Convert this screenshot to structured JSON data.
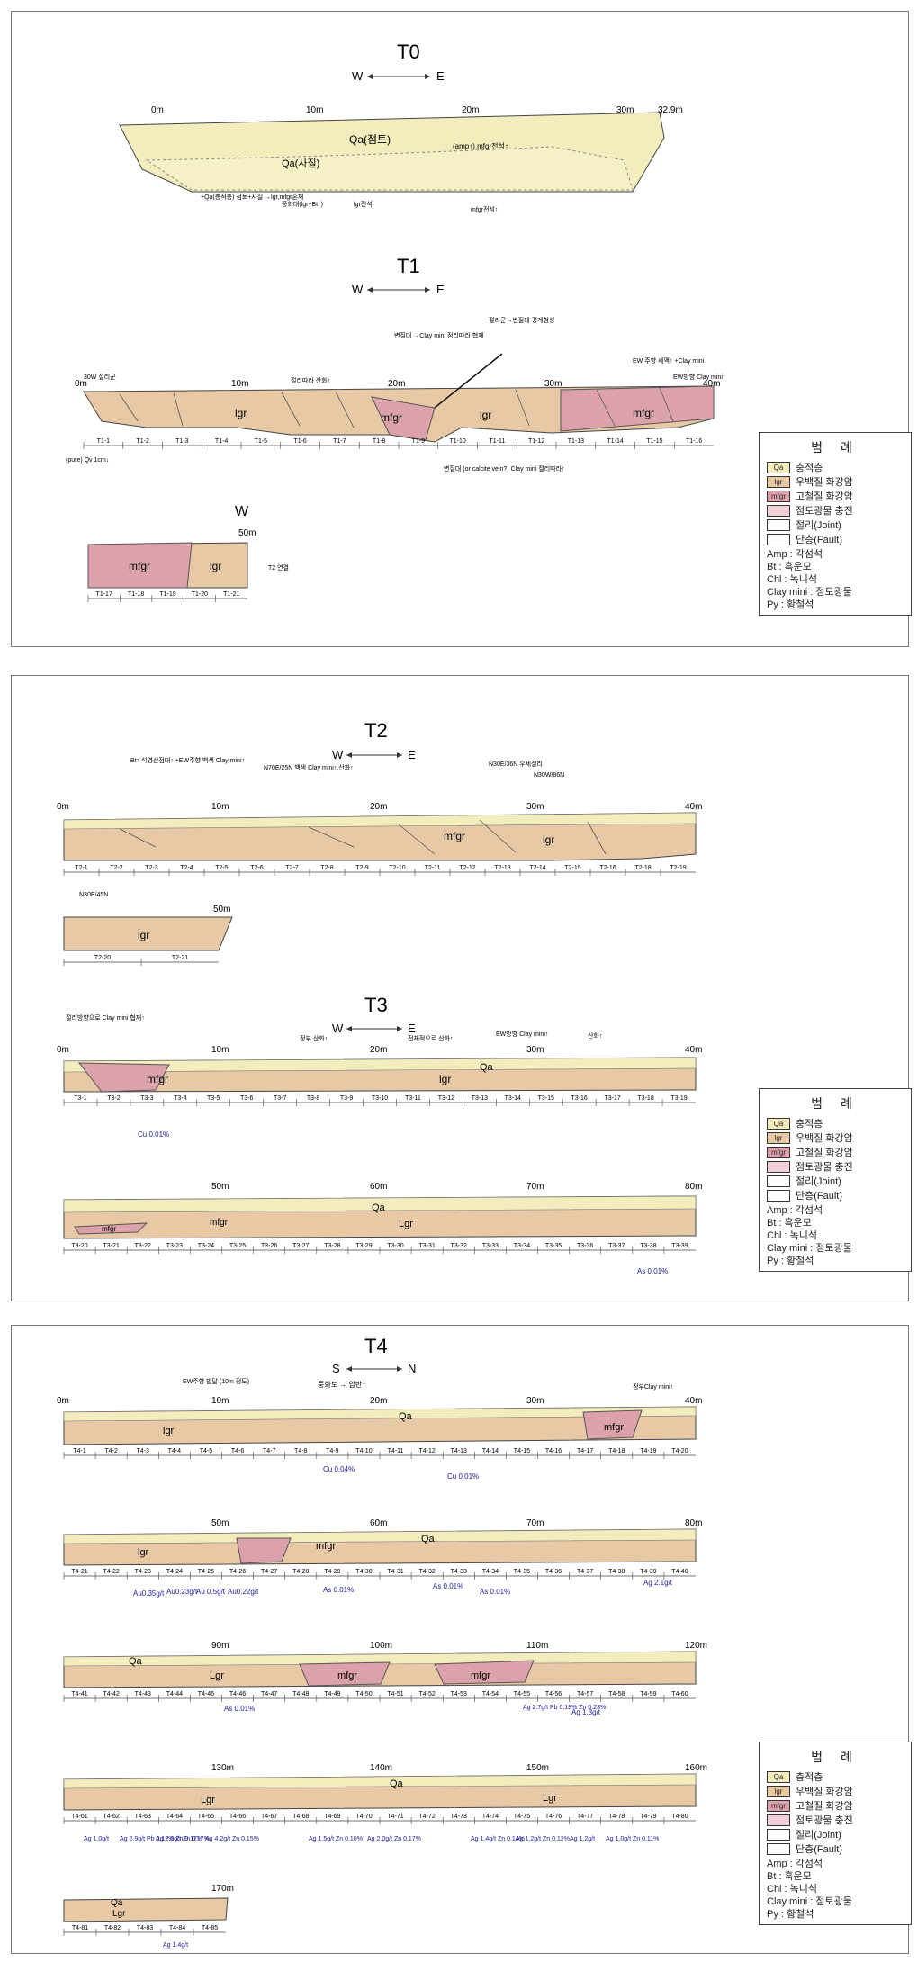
{
  "panels": [
    {
      "title": "T0",
      "w": "W",
      "e": "E"
    },
    {
      "title": "T1",
      "w": "W",
      "e": "E",
      "sub_w": "W",
      "sub_m": "50m"
    },
    {
      "title": "T2",
      "w": "W",
      "e": "E"
    },
    {
      "title": "T3",
      "w": "W",
      "e": "E"
    },
    {
      "title": "T4",
      "w": "S",
      "e": "N"
    }
  ],
  "distances": {
    "t0": [
      "0m",
      "10m",
      "20m",
      "30m",
      "32.9m"
    ],
    "t1": [
      "0m",
      "10m",
      "20m",
      "30m",
      "40m"
    ],
    "t2": [
      "0m",
      "10m",
      "20m",
      "30m",
      "40m",
      "50m"
    ],
    "t3a": [
      "0m",
      "10m",
      "20m",
      "30m",
      "40m"
    ],
    "t3b": [
      "50m",
      "60m",
      "70m",
      "80m"
    ],
    "t4a": [
      "0m",
      "10m",
      "20m",
      "30m",
      "40m"
    ],
    "t4b": [
      "50m",
      "60m",
      "70m",
      "80m"
    ],
    "t4c": [
      "90m",
      "100m",
      "110m",
      "120m"
    ],
    "t4d": [
      "130m",
      "140m",
      "150m",
      "160m"
    ],
    "t4e": [
      "170m"
    ]
  },
  "units": {
    "qa": "Qa",
    "lgr": "lgr",
    "mfgr": "mfgr",
    "Lgr": "Lgr"
  },
  "labels": {
    "t0_qa_clay": "Qa(점토)",
    "t0_qa_sand": "Qa(사질)",
    "t0_amp": "(amp↑) mfgr전석↑",
    "t0_note1": "+Qa(층적층) 점토+사질 →lgr,mfgr혼재",
    "t0_note2": "풍화대(lgr+Bt↑)",
    "t0_note3": "lgr전석",
    "t0_note4": "mfgr전석↑",
    "t1_note_top": "절리군→변질대 경계형성",
    "t1_clay": "변질대 →Clay mini 점리따라 협재",
    "t1_30w": "30W 절리군",
    "t1_weather": "절리따라 산화↑",
    "t1_ew": "EW 주향 세맥↑ +Clay mini",
    "t1_ew2": "EW방향 Clay mini↑",
    "t1_calcite": "변질대 (or calcite vein?) Clay mini 절리따라↑",
    "t1_t2": "T2 연결",
    "t1_pure": "(pure) Qv 1cm↓",
    "t2_note1": "Bt↑ 석영산점대↑ +EW주향 백색 Clay mini↑",
    "t2_note2": "N70E/25N 백색 Clay mini↑,산화↑",
    "t2_note3": "N30E/36N 우세절리",
    "t2_note4": "N30W/86N",
    "t2_note5": "N30E/45N",
    "t3_note1": "절리방향으로 Clay mini 협재↑",
    "t3_note2": "정부 산화↑",
    "t3_note3": "전체적으로 산화↑",
    "t3_note4": "EW방향 Clay mini↑",
    "t3_note5": "산화↑",
    "t3_cu": "Cu 0.01%",
    "t3_as": "As 0.01%",
    "t4_note1": "풍화토 → 암반↑",
    "t4_note2": "EW주향 발달 (10m 정도)",
    "t4_note3": "정부Clay mini↑",
    "t4_cu1": "Cu 0.04%",
    "t4_cu2": "Cu 0.01%",
    "t4_as1": "As 0.01%",
    "t4_as2": "As 0.01%",
    "t4_as3": "As 0.01%",
    "t4_as4": "As 0.01%",
    "t4_au1": "Au0.35g/t",
    "t4_au2": "Au0.23g/t",
    "t4_au3": "Au 0.5g/t",
    "t4_au4": "Au0.22g/t",
    "t4_ag1": "Ag 2.1g/t",
    "t4_ag2": "Ag 2.7g/t Pb 0.18% Zn 0.23%",
    "t4_ag3": "Ag 1.3g/t",
    "t4_ag_row": [
      "Ag 1.0g/t",
      "Ag 2.9g/t Pb 0.12% Zn 0.17%",
      "Ag 2.0g/t Zn 0.17%",
      "Ag 4.2g/t Zn 0.15%",
      "Ag 1.5g/t Zn 0.10%",
      "Ag 2.0g/t Zn 0.17%",
      "Ag 1.4g/t Zn 0.14%",
      "Ag 1.2g/t Zn 0.12%",
      "Ag 1.2g/t",
      "Ag 1.0g/t Zn 0.11%"
    ],
    "t4_ag_last": "Ag 1.4g/t"
  },
  "samples": {
    "t1a": [
      "T1-1",
      "T1-2",
      "T1-3",
      "T1-4",
      "T1-5",
      "T1-6",
      "T1-7",
      "T1-8",
      "T1-9",
      "T1-10",
      "T1-11",
      "T1-12",
      "T1-13",
      "T1-14",
      "T1-15",
      "T1-16"
    ],
    "t1b": [
      "T1-17",
      "T1-18",
      "T1-19",
      "T1-20",
      "T1-21"
    ],
    "t2a": [
      "T2-1",
      "T2-2",
      "T2-3",
      "T2-4",
      "T2-5",
      "T2-6",
      "T2-7",
      "T2-8",
      "T2-9",
      "T2-10",
      "T2-11",
      "T2-12",
      "T2-13",
      "T2-14",
      "T2-15",
      "T2-16",
      "T2-18",
      "T2-19"
    ],
    "t2b": [
      "T2-20",
      "T2-21"
    ],
    "t3a": [
      "T3-1",
      "T3-2",
      "T3-3",
      "T3-4",
      "T3-5",
      "T3-6",
      "T3-7",
      "T3-8",
      "T3-9",
      "T3-10",
      "T3-11",
      "T3-12",
      "T3-13",
      "T3-14",
      "T3-15",
      "T3-16",
      "T3-17",
      "T3-18",
      "T3-19"
    ],
    "t3b": [
      "T3-20",
      "T3-21",
      "T3-22",
      "T3-23",
      "T3-24",
      "T3-25",
      "T3-26",
      "T3-27",
      "T3-28",
      "T3-29",
      "T3-30",
      "T3-31",
      "T3-32",
      "T3-33",
      "T3-34",
      "T3-35",
      "T3-36",
      "T3-37",
      "T3-38",
      "T3-39"
    ],
    "t4a": [
      "T4-1",
      "T4-2",
      "T4-3",
      "T4-4",
      "T4-5",
      "T4-6",
      "T4-7",
      "T4-8",
      "T4-9",
      "T4-10",
      "T4-11",
      "T4-12",
      "T4-13",
      "T4-14",
      "T4-15",
      "T4-16",
      "T4-17",
      "T4-18",
      "T4-19",
      "T4-20"
    ],
    "t4b": [
      "T4-21",
      "T4-22",
      "T4-23",
      "T4-24",
      "T4-25",
      "T4-26",
      "T4-27",
      "T4-28",
      "T4-29",
      "T4-30",
      "T4-31",
      "T4-32",
      "T4-33",
      "T4-34",
      "T4-35",
      "T4-36",
      "T4-37",
      "T4-38",
      "T4-39",
      "T4-40"
    ],
    "t4c": [
      "T4-41",
      "T4-42",
      "T4-43",
      "T4-44",
      "T4-45",
      "T4-46",
      "T4-47",
      "T4-48",
      "T4-49",
      "T4-50",
      "T4-51",
      "T4-52",
      "T4-53",
      "T4-54",
      "T4-55",
      "T4-56",
      "T4-57",
      "T4-58",
      "T4-59",
      "T4-60"
    ],
    "t4d": [
      "T4-61",
      "T4-62",
      "T4-63",
      "T4-64",
      "T4-65",
      "T4-66",
      "T4-67",
      "T4-68",
      "T4-69",
      "T4-70",
      "T4-71",
      "T4-72",
      "T4-73",
      "T4-74",
      "T4-75",
      "T4-76",
      "T4-77",
      "T4-78",
      "T4-79",
      "T4-80"
    ],
    "t4e": [
      "T4-81",
      "T4-82",
      "T4-83",
      "T4-84",
      "T4-85"
    ]
  },
  "legend": {
    "title": "범 례",
    "items": [
      {
        "code": "Qa",
        "name": "충적층",
        "color": "#f3edbd"
      },
      {
        "code": "lgr",
        "name": "우백질 화강암",
        "color": "#e8c9a5"
      },
      {
        "code": "mfgr",
        "name": "고철질 화강암",
        "color": "#dca2ab"
      },
      {
        "code": "",
        "name": "점토광물 충진",
        "color": "#f0d0d6"
      },
      {
        "code": "",
        "name": "절리(Joint)",
        "color": "#ffffff"
      },
      {
        "code": "",
        "name": "단층(Fault)",
        "color": "#ffffff"
      }
    ],
    "abbr": [
      "Amp : 각섬석",
      "Bt : 흑운모",
      "Chl : 녹니석",
      "Clay mini : 점토광물",
      "Py : 황철석"
    ]
  },
  "colors": {
    "qa": "#f3edbd",
    "lgr": "#e8c9a5",
    "mfgr": "#dca2ab",
    "ink": "#333333",
    "assay": "#1a1aa0"
  }
}
